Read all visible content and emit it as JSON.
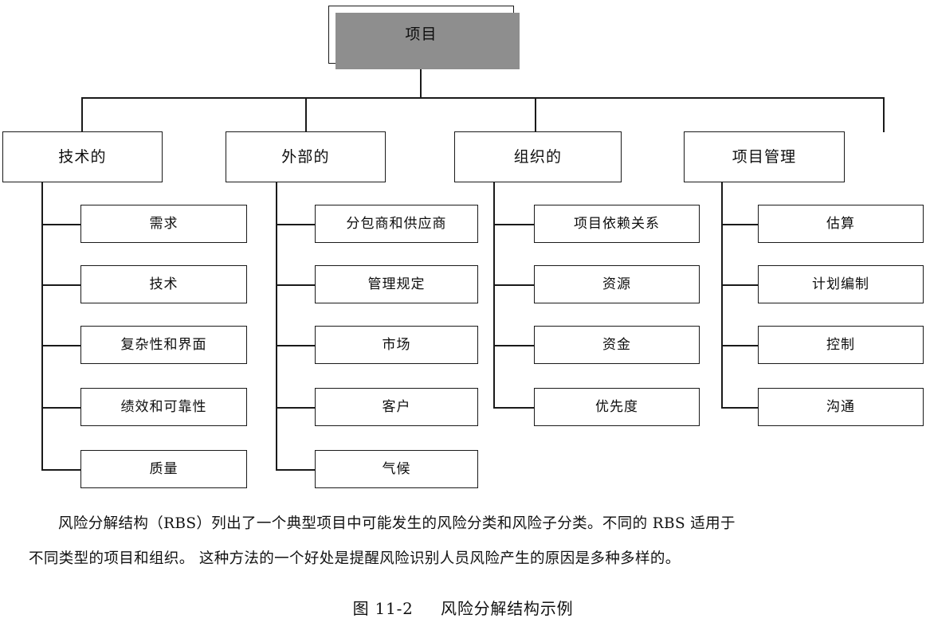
{
  "figure": {
    "caption_number": "图 11-2",
    "caption_title": "风险分解结构示例",
    "root": {
      "label": "项目"
    },
    "branches": [
      {
        "label": "技术的",
        "children": [
          {
            "label": "需求"
          },
          {
            "label": "技术"
          },
          {
            "label": "复杂性和界面"
          },
          {
            "label": "绩效和可靠性"
          },
          {
            "label": "质量"
          }
        ]
      },
      {
        "label": "外部的",
        "children": [
          {
            "label": "分包商和供应商"
          },
          {
            "label": "管理规定"
          },
          {
            "label": "市场"
          },
          {
            "label": "客户"
          },
          {
            "label": "气候"
          }
        ]
      },
      {
        "label": "组织的",
        "children": [
          {
            "label": "项目依赖关系"
          },
          {
            "label": "资源"
          },
          {
            "label": "资金"
          },
          {
            "label": "优先度"
          }
        ]
      },
      {
        "label": "项目管理",
        "children": [
          {
            "label": "估算"
          },
          {
            "label": "计划编制"
          },
          {
            "label": "控制"
          },
          {
            "label": "沟通"
          }
        ]
      }
    ]
  },
  "body": {
    "paragraph_line_1": "风险分解结构（RBS）列出了一个典型项目中可能发生的风险分类和风险子分类。不同的 RBS 适用于",
    "paragraph_line_2": "不同类型的项目和组织。  这种方法的一个好处是提醒风险识别人员风险产生的原因是多种多样的。"
  },
  "colors": {
    "line": "#1a1a1a",
    "shadow": "#8e8e8e",
    "background": "#ffffff",
    "text": "#111111"
  }
}
